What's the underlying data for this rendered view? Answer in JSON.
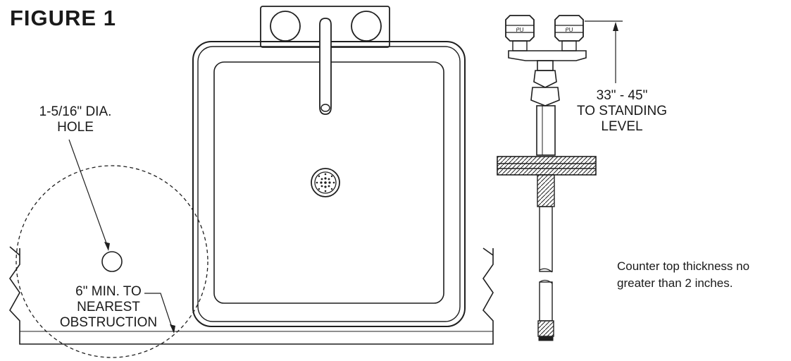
{
  "figure": {
    "title": "FIGURE 1"
  },
  "labels": {
    "hole_line1": "1-5/16\" DIA.",
    "hole_line2": "HOLE",
    "clearance_line1": "6\" MIN. TO",
    "clearance_line2": "NEAREST",
    "clearance_line3": "OBSTRUCTION",
    "height_line1": "33\" - 45\"",
    "height_line2": "TO STANDING",
    "height_line3": "LEVEL"
  },
  "note": {
    "line1": "Counter top thickness no",
    "line2": "greater than 2 inches."
  },
  "colors": {
    "line": "#1f1f1f",
    "background": "#ffffff"
  }
}
